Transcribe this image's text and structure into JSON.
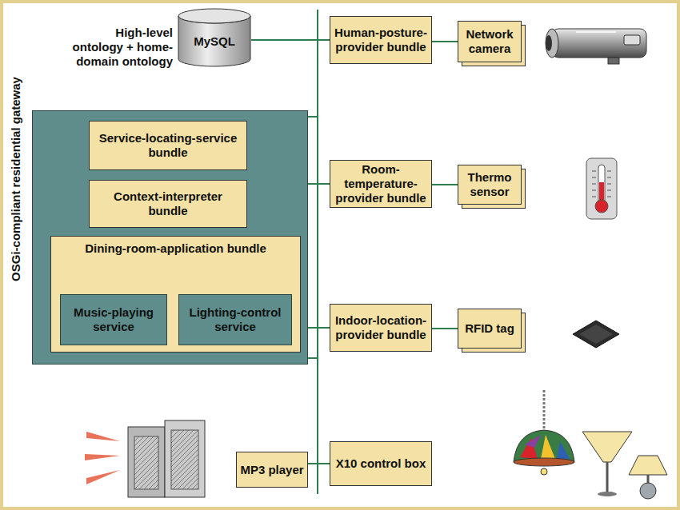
{
  "diagram": {
    "nodes": [
      {
        "text": [
          "OSGi-compliant residential gateway"
        ]
      },
      {
        "text": [
          "Service-locating-service bundle"
        ],
        "in": 0
      },
      {
        "text": [
          "Context-interpreter bundle"
        ],
        "in": 0
      },
      {
        "text": [
          "Dining-room-application bundle"
        ],
        "in": 0
      },
      {
        "text": [
          "Music-playing service"
        ],
        "in": 3
      },
      {
        "text": [
          "Lighting-control service"
        ],
        "in": 3
      },
      {
        "text": [
          "MySQL"
        ]
      },
      {
        "text": [
          "Human-posture-provider bundle"
        ]
      },
      {
        "text": [
          "Network camera"
        ]
      },
      {
        "text": [
          "Room-temperature-provider bundle"
        ]
      },
      {
        "text": [
          "Thermo sensor"
        ]
      },
      {
        "text": [
          "Indoor-location-provider bundle"
        ]
      },
      {
        "text": [
          "RFID tag"
        ]
      },
      {
        "text": [
          "X10 control box"
        ]
      },
      {
        "text": [
          "MP3 player"
        ]
      }
    ],
    "edges": [
      {
        "from": 6,
        "to": 7,
        "arrow": "none"
      },
      {
        "from": 0,
        "to": 7,
        "arrow": "none"
      },
      {
        "from": 0,
        "to": 9,
        "arrow": "none"
      },
      {
        "from": 0,
        "to": 11,
        "arrow": "none"
      },
      {
        "from": 0,
        "to": 13,
        "arrow": "none"
      },
      {
        "from": 14,
        "to": 13,
        "arrow": "none"
      },
      {
        "from": 7,
        "to": 8,
        "arrow": "none"
      },
      {
        "from": 9,
        "to": 10,
        "arrow": "none"
      },
      {
        "from": 11,
        "to": 12,
        "arrow": "none"
      }
    ],
    "labels": [
      "High-level ontology + home-domain ontology"
    ]
  }
}
